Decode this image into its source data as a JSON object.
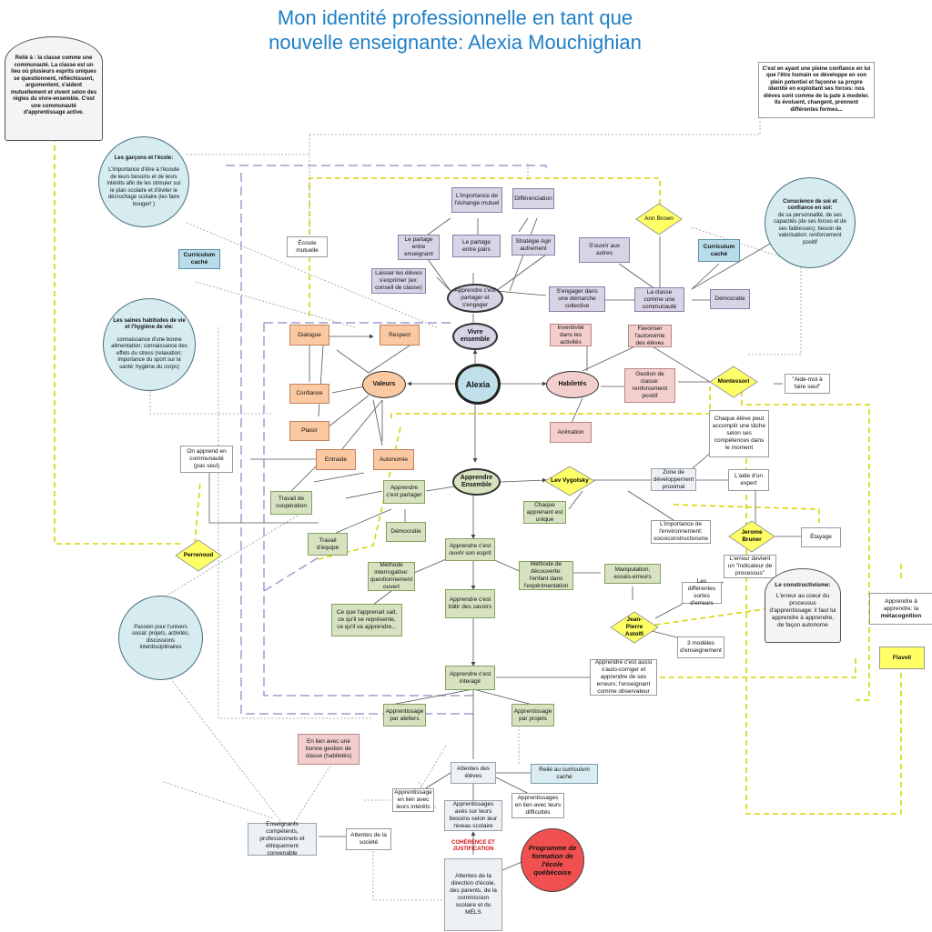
{
  "title_line1": "Mon identité professionnelle en tant que",
  "title_line2": "nouvelle enseignante: Alexia Mouchighian",
  "nodes": {
    "relie_classe": "Relié à : la classe comme une communauté. La classe est un lieu où plusieurs esprits uniques se questionnent, réfléchissent, argumentent, s'aident mutuellement et vivent selon des règles du vivre-ensemble. C'est une communauté d'apprentissage active.",
    "confiance_top": "C'est en ayant une pleine confiance en lui que l'être humain se développe en son plein potentiel et façonne sa propre identité en exploitant ses forces: nos élèves sont comme de la pate à modeler. Ils évoluent, changent, prennent différentes formes...",
    "garcons_title": "Les garçons et l'école:",
    "garcons_body": "L'importance d'être à l'écoute de leurs besoins et de leurs intérêts afin de les stimuler sur le plan scolaire et d'éviter le décrochage scolaire (les faire bouger! )",
    "habitudes_title": "Les saines habitudes de vie et l'hygiène de vie:",
    "habitudes_body": "connaissance d'une bonne alimentation; connaissance des effets du stress (relaxation; importance du sport sur la santé; hygiène du corps)",
    "curriculum_cache_left": "Curriculum caché",
    "curriculum_cache_right": "Curriculum caché",
    "ecoute_mutuelle": "Écoute mutuelle",
    "importance_echange": "L'importance de l'échange mutuel",
    "differenciation": "Différenciation",
    "partage_enseignant": "Le partage entre enseignant",
    "partage_pairs": "Le partage entre pairs",
    "strategie_agir": "Stratégie Agir autrement",
    "ouvrir_autres": "S'ouvrir aux autres",
    "laisser_eleves": "Laisser les élèves s'exprimer (ex: conseil de classe)",
    "apprendre_partager_engager": "Apprendre c'est partager et s'engager",
    "engager_demarche": "S'engager dans une démarche collective",
    "classe_communaute": "La classe comme une communauté",
    "democratie_top": "Démocratie",
    "ann_brown": "Ann Brown",
    "conscience_title": "Conscience de soi et confiance en soi:",
    "conscience_body": "de sa personnalité, de ses capacités (de ses forces et de ses faiblesses); besoin de valorisation: renforcement positif",
    "dialogue": "Dialogue",
    "respect": "Respect",
    "vivre_ensemble": "Vivre ensemble",
    "inventivite": "Inventivité dans les activités",
    "favoriser_autonomie": "Favoriser l'autonomie des élèves",
    "confiance": "Confiance",
    "valeurs": "Valeurs",
    "alexia": "Alexia",
    "habiletes": "Habiletés",
    "gestion_classe": "Gestion de classe: renforcement positif",
    "montessori": "Montessori",
    "aide_moi": "\"Aide-moi à faire seul\"",
    "plaisir": "Plaisir",
    "animation": "Animation",
    "chaque_eleve": "Chaque élève peut accomplir une tâche selon ses compétences dans le moment",
    "on_apprend": "On apprend en communauté (pas seul)",
    "entraide": "Entraide",
    "autonomie": "Autonomie",
    "apprendre_ensemble": "Apprendre Ensemble",
    "lev_vygotsky": "Lev Vygotsky",
    "zone_dev": "Zone de développement proximal",
    "aide_expert": "L'aide d'un expert",
    "travail_cooperation": "Travail de coopération",
    "apprendre_partager": "Apprendre c'est partager",
    "chaque_apprenant": "Chaque apprenant est unique",
    "importance_environnement": "L'importance de l'environnement: socioconstructivisme",
    "jerome_bruner": "Jerome Bruner",
    "etayage": "Étayage",
    "democratie": "Démocratie",
    "travail_equipe": "Travail d'équipe",
    "ouvrir_esprit": "Apprendre c'est ouvrir son esprit",
    "erreur_indicateur": "L'erreur devient un \"indicateur de processus\"",
    "perrenoud": "Perrenoud",
    "methode_interrogative": "Méthode interrogative: questionnement ouvert",
    "methode_decouverte": "Méthode de découverte: l'enfant dans l'expérimentation",
    "manipulation": "Manipulation; essais-erreurs",
    "differentes_erreurs": "Les différentes sortes d'erreurs",
    "constructivisme_title": "Le constructivisme:",
    "constructivisme_body": "L'erreur au coeur du processus d'apprentissage: il faut lui apprendre à apprendre, de façon autonome",
    "apprendre_metacognition_a": "Apprendre à apprendre: la",
    "apprendre_metacognition_b": "métacognition",
    "passion_univers": "Passion pour l'univers social: projets, activités, discussions interdisciplinaires",
    "ce_que_apprenait": "Ce que l'apprenait sait, ce qu'il se représente, ce qu'il va apprendre...",
    "batir_savoirs": "Apprendre c'est bâtir des savoirs",
    "jean_pierre": "Jean-Pierre Astolfi",
    "trois_modeles": "3 modèles d'enseignement",
    "flavell": "Flavell",
    "apprendre_interagir": "Apprendre c'est interagir",
    "auto_corriger": "Apprendre c'est aussi s'auto-corriger et apprendre de ses erreurs; l'enseignant comme observateur",
    "apprentissage_ateliers": "Apprentissage par ateliers",
    "apprentissage_projets": "Apprentissage par projets",
    "lien_gestion": "En lien avec une bonne gestion de classe (habiletés)",
    "attentes_eleves": "Attentes des élèves",
    "relie_curriculum": "Relié au curriculum caché",
    "app_interets": "Apprentissage en lien avec leurs intérêts",
    "app_besoins": "Apprentissages axés sur leurs besoins selon leur niveau scolaire",
    "app_difficultes": "Apprentissages en lien avec leurs difficultés",
    "enseignants_competents": "Enseignants compétents, professionnels et éthiquement convenable",
    "attentes_societe": "Attentes de la société",
    "coherence": "COHÉRENCE ET JUSTIFICATION",
    "programme": "Programme de formation de l'école québécoise",
    "attentes_direction": "Attentes de la direction d'école, des parents, de la commission scolaire et du MÉLS"
  },
  "colors": {
    "title": "#1f7fc4",
    "orange": "#fac9a2",
    "purple": "#d9d3e6",
    "pink": "#f2cfcd",
    "green": "#d6e2c0",
    "cyan": "#b9dcea",
    "diamond": "#ffff66",
    "red_circle": "#f05050"
  }
}
